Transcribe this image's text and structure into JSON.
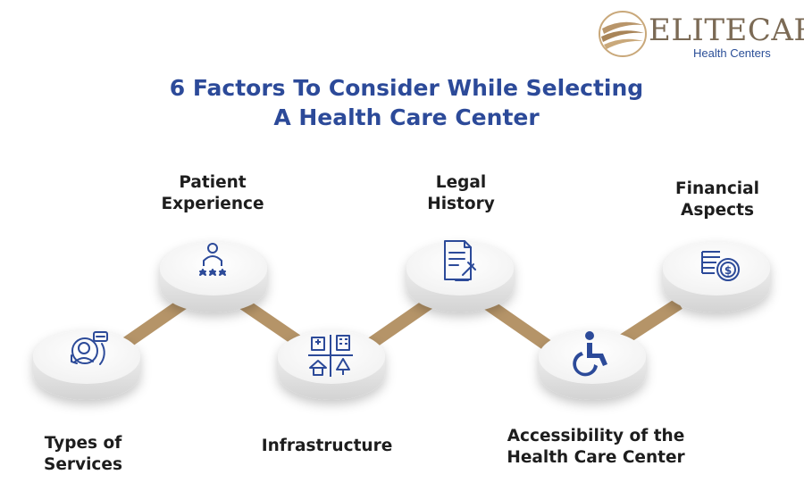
{
  "brand": {
    "name_part1": "Elite",
    "name_part2": "Care",
    "subtitle": "Health Centers"
  },
  "title": {
    "line1": "6 Factors To Consider While Selecting",
    "line2": "A Health Care Center"
  },
  "factors": [
    {
      "line1": "Types of",
      "line2": "Services",
      "icon": "support-agent-icon"
    },
    {
      "line1": "Patient",
      "line2": "Experience",
      "icon": "patient-rating-icon"
    },
    {
      "line1": "Infrastructure",
      "line2": "",
      "icon": "buildings-icon"
    },
    {
      "line1": "Legal",
      "line2": "History",
      "icon": "legal-document-icon"
    },
    {
      "line1": "Accessibility of the",
      "line2": "Health Care Center",
      "icon": "wheelchair-icon"
    },
    {
      "line1": "Financial",
      "line2": "Aspects",
      "icon": "coins-dollar-icon"
    }
  ],
  "colors": {
    "title": "#2c4a99",
    "connector": "#b59468",
    "icon": "#2c4a99",
    "brand_gold": "#b8956a",
    "brand_brown": "#7b6a55"
  }
}
